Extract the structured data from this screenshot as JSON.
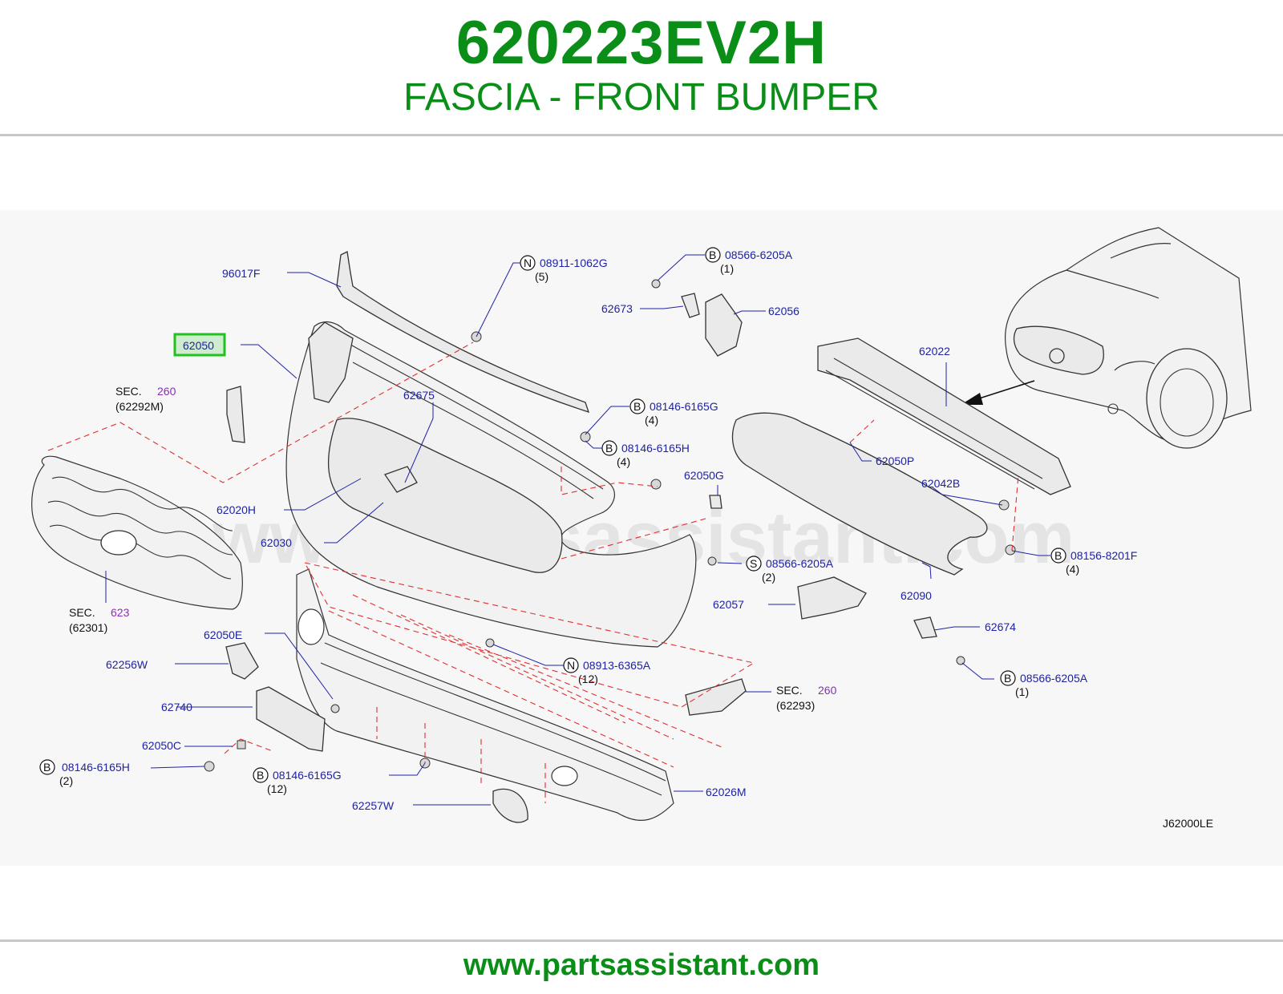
{
  "header": {
    "part_number": "620223EV2H",
    "part_name": "FASCIA - FRONT BUMPER"
  },
  "footer": {
    "url": "www.partsassistant.com"
  },
  "diagram": {
    "watermark": "www.partsassistant.com",
    "diagram_code": "J62000LE",
    "highlighted_part": "62050",
    "labels": {
      "p96017F": "96017F",
      "p62050": "62050",
      "p62673": "62673",
      "p62056": "62056",
      "p62022": "62022",
      "p62675": "62675",
      "p62020H": "62020H",
      "p62030": "62030",
      "p62050G": "62050G",
      "p62050P": "62050P",
      "p62042B": "62042B",
      "p62057": "62057",
      "p62090": "62090",
      "p62674": "62674",
      "p62050E": "62050E",
      "p62256W": "62256W",
      "p62740": "62740",
      "p62050C": "62050C",
      "p62257W": "62257W",
      "p62026M": "62026M"
    },
    "fasteners": {
      "f1": {
        "prefix": "N",
        "code": "08911-1062G",
        "qty": "(5)"
      },
      "f2": {
        "prefix": "B",
        "code": "08566-6205A",
        "qty": "(1)"
      },
      "f3": {
        "prefix": "B",
        "code": "08146-6165G",
        "qty": "(4)"
      },
      "f4": {
        "prefix": "B",
        "code": "08146-6165H",
        "qty": "(4)"
      },
      "f5": {
        "prefix": "S",
        "code": "08566-6205A",
        "qty": "(2)"
      },
      "f6": {
        "prefix": "B",
        "code": "08156-8201F",
        "qty": "(4)"
      },
      "f7": {
        "prefix": "N",
        "code": "08913-6365A",
        "qty": "(12)"
      },
      "f8": {
        "prefix": "B",
        "code": "08566-6205A",
        "qty": "(1)"
      },
      "f9": {
        "prefix": "B",
        "code": "08146-6165H",
        "qty": "(2)"
      },
      "f10": {
        "prefix": "B",
        "code": "08146-6165G",
        "qty": "(12)"
      }
    },
    "sections": {
      "s1": {
        "sec": "SEC.",
        "num": "260",
        "sub": "(62292M)"
      },
      "s2": {
        "sec": "SEC.",
        "num": "623",
        "sub": "(62301)"
      },
      "s3": {
        "sec": "SEC.",
        "num": "260",
        "sub": "(62293)"
      }
    }
  },
  "colors": {
    "brand_green": "#0b8e17",
    "label_blue": "#1e22a6",
    "section_purple": "#8a2fb4",
    "highlight_green": "#1fc21f"
  }
}
